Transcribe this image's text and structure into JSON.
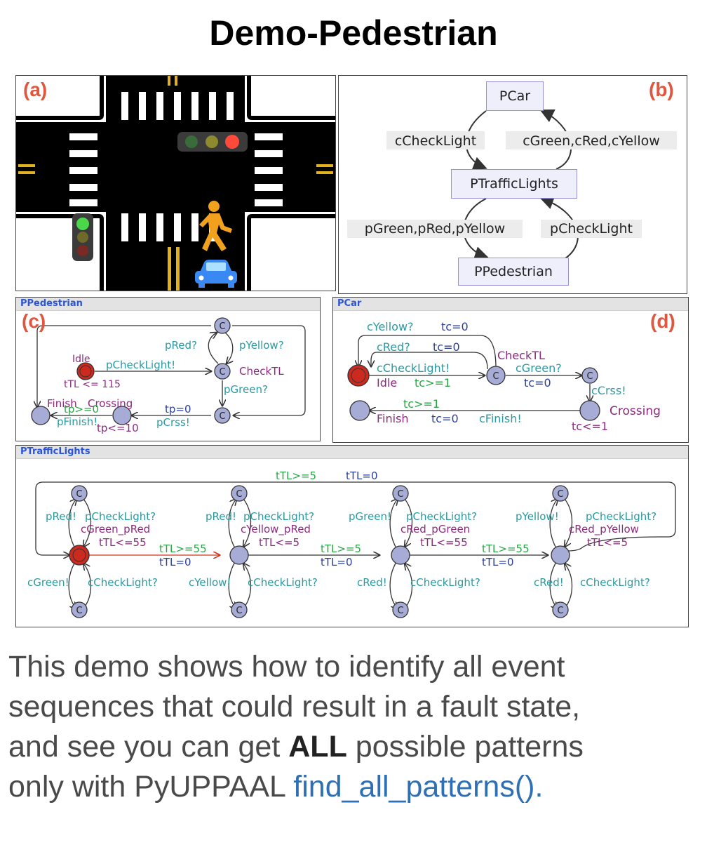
{
  "page": {
    "title": "Demo-Pedestrian"
  },
  "panels": {
    "a": {
      "label": "(a)"
    },
    "b": {
      "label": "(b)",
      "nodes": {
        "pcar": "PCar",
        "ptraffic": "PTrafficLights",
        "pped": "PPedestrian"
      },
      "edges": {
        "car_to_tl": "cCheckLight",
        "tl_to_car": "cGreen,cRed,cYellow",
        "tl_to_ped": "pGreen,pRed,pYellow",
        "ped_to_tl": "pCheckLight"
      }
    },
    "c": {
      "label": "(c)",
      "name": "PPedestrian",
      "texts": {
        "idle": "Idle",
        "idle_inv": "tTL <= 115",
        "pcheck": "pCheckLight!",
        "checktl": "CheckTL",
        "pred": "pRed?",
        "pyellow": "pYellow?",
        "pgreen": "pGreen?",
        "crossing": "Crossing",
        "finish": "Finish",
        "tpge": "tp>=0",
        "pfinish": "pFinish!",
        "tple": "tp<=10",
        "tp0": "tp=0",
        "pcrss": "pCrss!",
        "c": "C"
      }
    },
    "d": {
      "label": "(d)",
      "name": "PCar",
      "texts": {
        "cyellow": "cYellow?",
        "tc0a": "tc=0",
        "cred": "cRed?",
        "tc0b": "tc=0",
        "checktl": "CheckTL",
        "ccheck": "cCheckLight!",
        "cgreen": "cGreen?",
        "idle": "Idle",
        "tcge1": "tc>=1",
        "tc0c": "tc=0",
        "ccrss": "cCrss!",
        "tcge1b": "tc>=1",
        "crossing": "Crossing",
        "finish": "Finish",
        "tc0d": "tc=0",
        "cfinish": "cFinish!",
        "tcle1": "tc<=1",
        "c": "C"
      }
    },
    "e": {
      "name": "PTrafficLights",
      "texts": {
        "top_guard": "tTL>=5",
        "top_reset": "tTL=0",
        "s1_up_l": "pRed!",
        "s1_up_r": "pCheckLight?",
        "s1_name": "cGreen_pRed",
        "s1_inv": "tTL<=55",
        "s1_dn_l": "cGreen!",
        "s1_dn_r": "cCheckLight?",
        "e1_guard": "tTL>=55",
        "e1_reset": "tTL=0",
        "s2_up_l": "pRed!",
        "s2_up_r": "pCheckLight?",
        "s2_name": "cYellow_pRed",
        "s2_inv": "tTL<=5",
        "s2_dn_l": "cYellow!",
        "s2_dn_r": "cCheckLight?",
        "e2_guard": "tTL>=5",
        "e2_reset": "tTL=0",
        "s3_up_l": "pGreen!",
        "s3_up_r": "pCheckLight?",
        "s3_name": "cRed_pGreen",
        "s3_inv": "tTL<=55",
        "s3_dn_l": "cRed!",
        "s3_dn_r": "cCheckLight?",
        "e3_guard": "tTL>=55",
        "e3_reset": "tTL=0",
        "s4_up_l": "pYellow!",
        "s4_up_r": "pCheckLight?",
        "s4_name": "cRed_pYellow",
        "s4_inv": "tTL<=5",
        "s4_dn_l": "cRed!",
        "s4_dn_r": "cCheckLight?",
        "c": "C"
      }
    }
  },
  "description": {
    "line1": "This demo shows how to identify all event",
    "line2": "sequences that could result in a fault state,",
    "line3_pre": "and see you can get",
    "line3_bold": "ALL",
    "line3_post": "possible patterns",
    "line4_pre": "only with PyUPPAAL",
    "line4_code": "find_all_patterns()."
  },
  "colors": {
    "label_red": "#e0563f",
    "node_fill": "#a7acd6",
    "init_fill": "#cc2a1f",
    "sync_teal": "#2a9aa2",
    "guard_green": "#28a745",
    "assign_blue": "#2b3fa0",
    "name_purple": "#8e2a7f",
    "tl_red": "#ff4a3a",
    "tl_yellow": "#8e8a2e",
    "tl_green": "#4ad84a"
  }
}
